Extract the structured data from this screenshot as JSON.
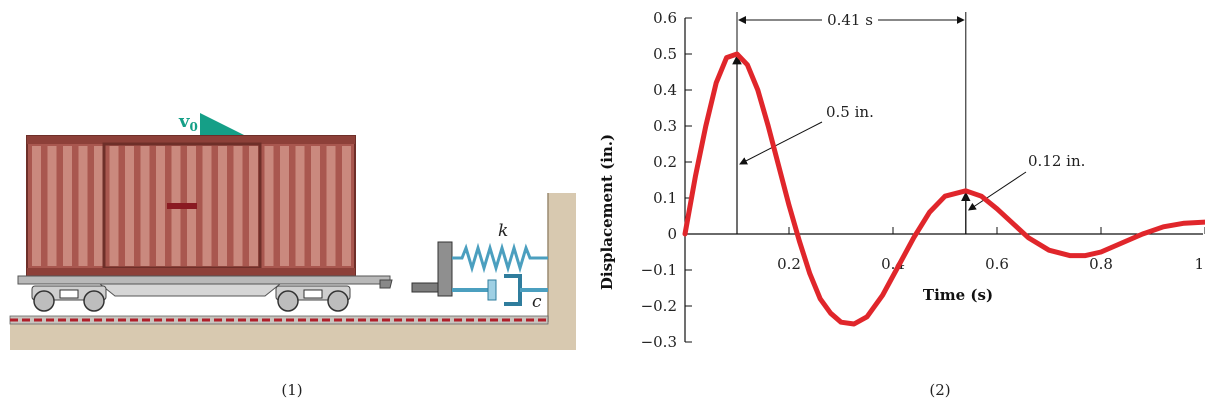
{
  "figure1": {
    "velocity_label": "v",
    "velocity_subscript": "0",
    "spring_label": "k",
    "damper_label": "c",
    "caption": "(1)",
    "colors": {
      "car_body": "#a9574f",
      "car_stripe": "#d59a8e",
      "arrow": "#159f87",
      "wall": "#d8c9b0",
      "rail": "#b01f2a"
    }
  },
  "figure2": {
    "caption": "(2)",
    "annotations": {
      "period": "0.41 s",
      "peak1": "0.5 in.",
      "peak2": "0.12 in."
    }
  },
  "chart_data": {
    "type": "line",
    "title": "",
    "xlabel": "Time (s)",
    "ylabel": "Displacement (in.)",
    "xlim": [
      0,
      1
    ],
    "ylim": [
      -0.3,
      0.6
    ],
    "x_ticks": [
      {
        "v": 0.2,
        "label": "0.2"
      },
      {
        "v": 0.4,
        "label": "0.4"
      },
      {
        "v": 0.6,
        "label": "0.6"
      },
      {
        "v": 0.8,
        "label": "0.8"
      },
      {
        "v": 1.0,
        "label": "1"
      }
    ],
    "y_ticks": [
      {
        "v": 0.6,
        "label": "0.6"
      },
      {
        "v": 0.5,
        "label": "0.5"
      },
      {
        "v": 0.4,
        "label": "0.4"
      },
      {
        "v": 0.3,
        "label": "0.3"
      },
      {
        "v": 0.2,
        "label": "0.2"
      },
      {
        "v": 0.1,
        "label": "0.1"
      },
      {
        "v": 0,
        "label": "0"
      },
      {
        "v": -0.1,
        "label": "−0.1"
      },
      {
        "v": -0.2,
        "label": "−0.2"
      },
      {
        "v": -0.3,
        "label": "−0.3"
      }
    ],
    "line_color": "#e0262b",
    "series": [
      {
        "values": [
          [
            0.0,
            0.0
          ],
          [
            0.02,
            0.16
          ],
          [
            0.04,
            0.3
          ],
          [
            0.06,
            0.42
          ],
          [
            0.08,
            0.49
          ],
          [
            0.1,
            0.5
          ],
          [
            0.12,
            0.47
          ],
          [
            0.14,
            0.4
          ],
          [
            0.16,
            0.3
          ],
          [
            0.18,
            0.19
          ],
          [
            0.2,
            0.08
          ],
          [
            0.22,
            -0.02
          ],
          [
            0.24,
            -0.11
          ],
          [
            0.26,
            -0.18
          ],
          [
            0.28,
            -0.22
          ],
          [
            0.3,
            -0.245
          ],
          [
            0.325,
            -0.25
          ],
          [
            0.35,
            -0.23
          ],
          [
            0.38,
            -0.17
          ],
          [
            0.41,
            -0.09
          ],
          [
            0.44,
            -0.01
          ],
          [
            0.47,
            0.06
          ],
          [
            0.5,
            0.105
          ],
          [
            0.54,
            0.12
          ],
          [
            0.57,
            0.105
          ],
          [
            0.6,
            0.07
          ],
          [
            0.63,
            0.03
          ],
          [
            0.66,
            -0.01
          ],
          [
            0.7,
            -0.045
          ],
          [
            0.74,
            -0.06
          ],
          [
            0.77,
            -0.06
          ],
          [
            0.8,
            -0.05
          ],
          [
            0.84,
            -0.025
          ],
          [
            0.88,
            0.0
          ],
          [
            0.92,
            0.02
          ],
          [
            0.96,
            0.03
          ],
          [
            1.0,
            0.033
          ]
        ]
      }
    ]
  }
}
